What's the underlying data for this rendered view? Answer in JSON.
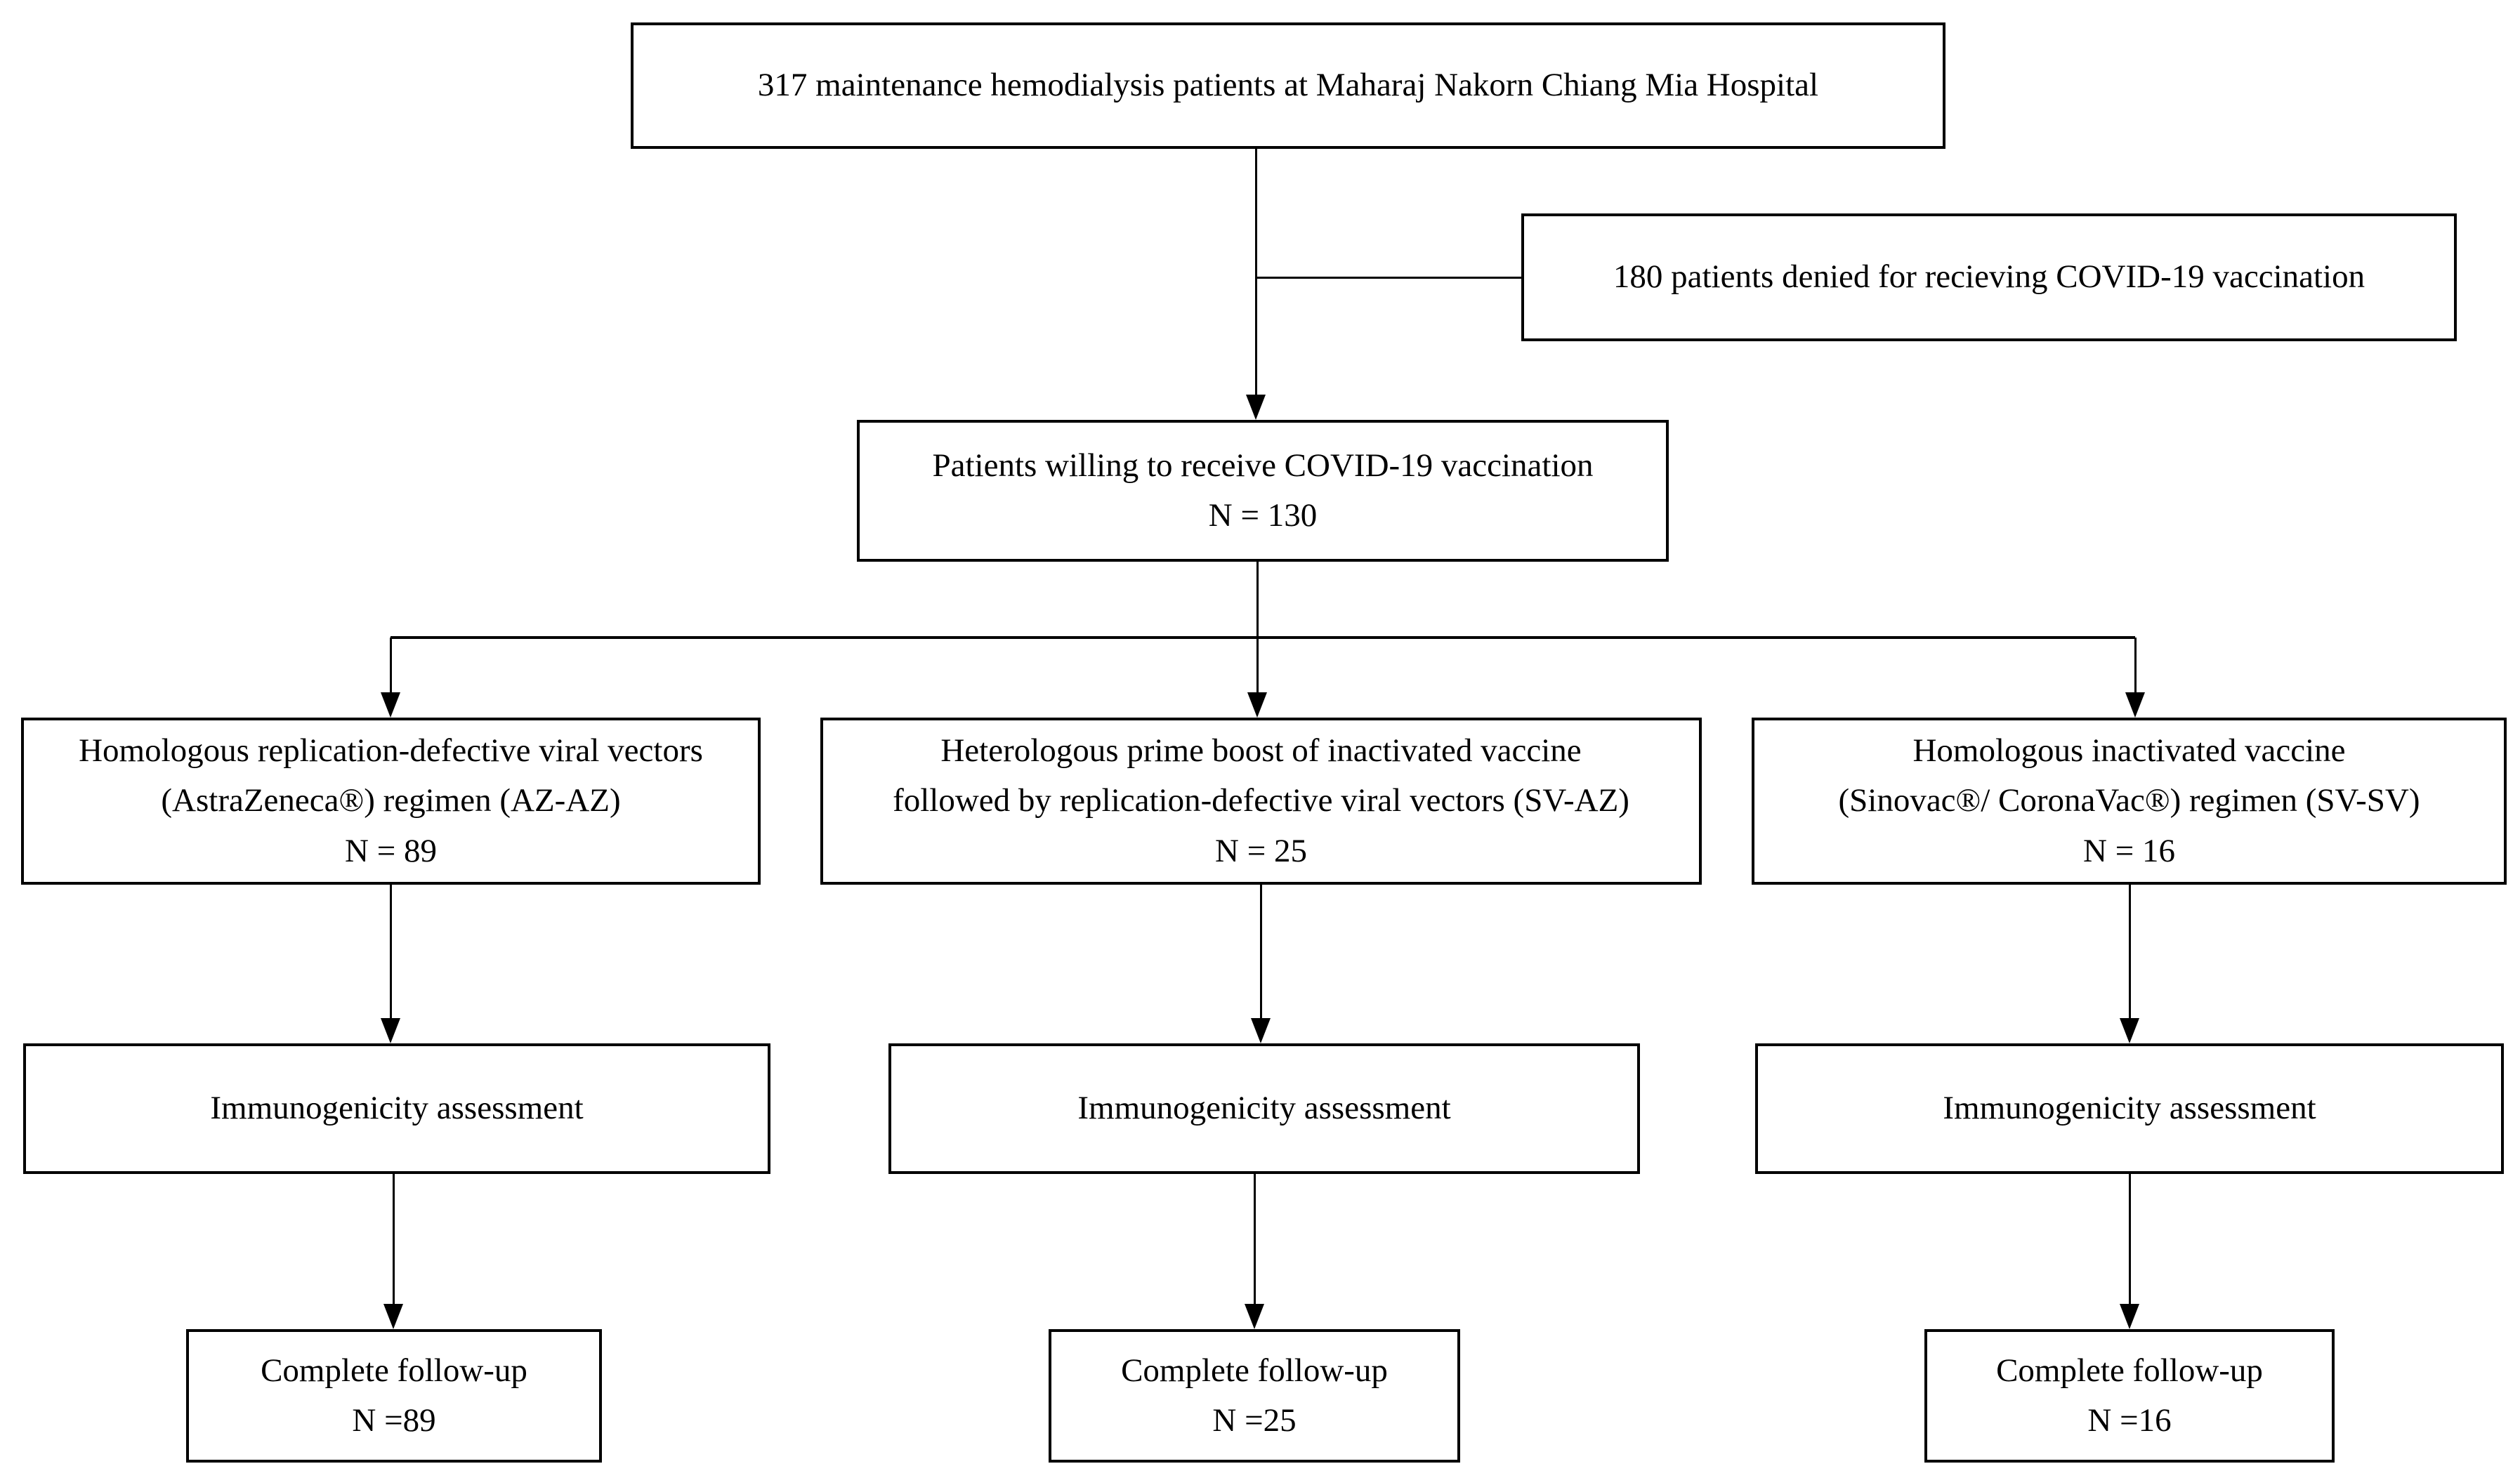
{
  "colors": {
    "ink": "#000000",
    "paper": "#ffffff"
  },
  "nodes": {
    "enrollment": {
      "line1": "317 maintenance hemodialysis patients at Maharaj Nakorn Chiang Mia Hospital"
    },
    "denied": {
      "line1": "180 patients denied for recieving COVID-19 vaccination"
    },
    "willing": {
      "line1": "Patients willing to receive COVID-19 vaccination",
      "line2": "N = 130"
    },
    "az_az": {
      "line1": "Homologous replication-defective viral vectors",
      "line2": "(AstraZeneca®) regimen (AZ-AZ)",
      "line3": "N = 89"
    },
    "sv_az": {
      "line1": "Heterologous prime boost of inactivated vaccine",
      "line2": "followed by replication-defective viral vectors (SV-AZ)",
      "line3": "N = 25"
    },
    "sv_sv": {
      "line1": "Homologous inactivated vaccine",
      "line2": "(Sinovac®/ CoronaVac®) regimen (SV-SV)",
      "line3": "N = 16"
    },
    "immuno_az": {
      "line1": "Immunogenicity assessment"
    },
    "immuno_svaz": {
      "line1": "Immunogenicity assessment"
    },
    "immuno_svsv": {
      "line1": "Immunogenicity assessment"
    },
    "followup_az": {
      "line1": "Complete follow-up",
      "line2": "N =89"
    },
    "followup_svaz": {
      "line1": "Complete follow-up",
      "line2": "N =25"
    },
    "followup_svsv": {
      "line1": "Complete follow-up",
      "line2": "N =16"
    }
  }
}
